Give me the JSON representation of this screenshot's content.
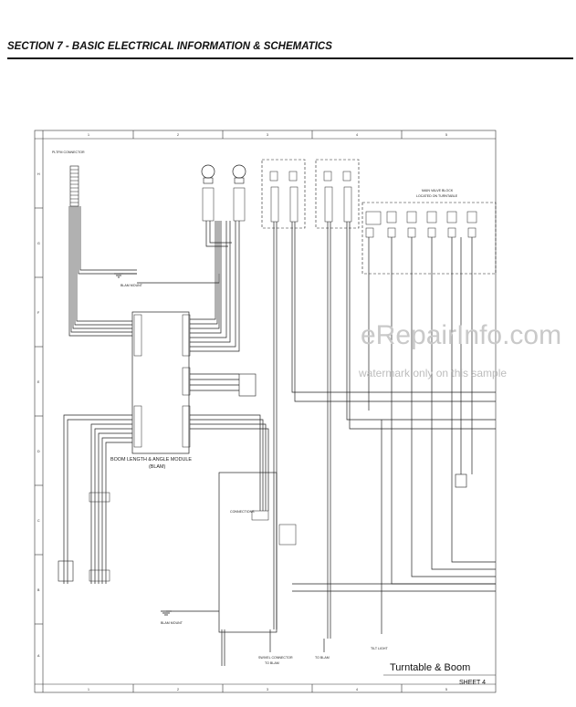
{
  "header": {
    "section_title": "SECTION 7 - BASIC ELECTRICAL INFORMATION & SCHEMATICS"
  },
  "schematic": {
    "title": "Turntable & Boom",
    "sheet": "SHEET 4",
    "module_label_line1": "BOOM LENGTH & ANGLE MODULE",
    "module_label_line2": "(BLAM)",
    "platform_connector": "PLTFM CONNECTOR",
    "connections_label": "CONNECTIONS",
    "main_valve_block": "MAIN VALVE BLOCK",
    "main_valve_sub": "LOCATED ON TURNTABLE",
    "blam_mount": "BLAM MOUNT",
    "to_blam": "TO BLAM",
    "swivel_connector": "SWIVEL CONNECTOR",
    "tilt_light": "TILT LIGHT",
    "row_letters": [
      "H",
      "G",
      "F",
      "E",
      "D",
      "C",
      "B",
      "A"
    ],
    "col_numbers": [
      "1",
      "2",
      "3",
      "4",
      "5"
    ]
  },
  "watermark": {
    "brand": "eRepairInfo.com",
    "note": "watermark only on this sample"
  }
}
